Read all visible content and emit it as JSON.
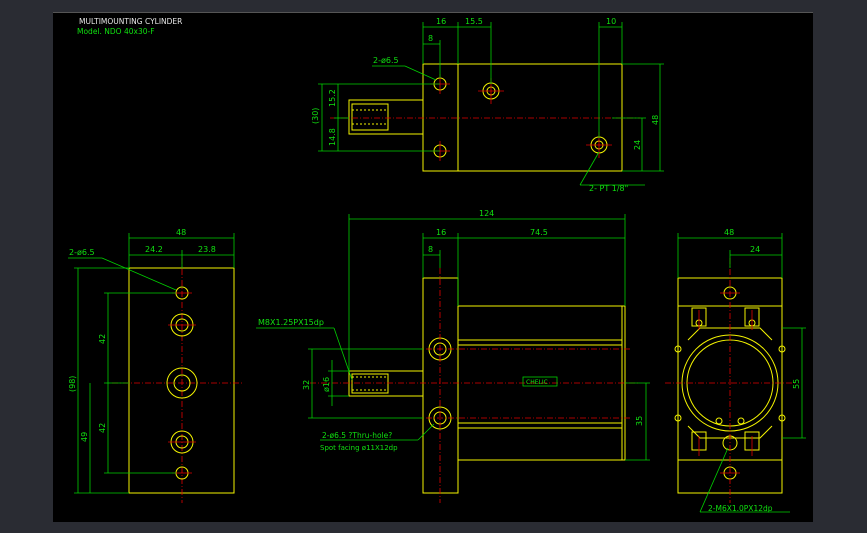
{
  "title": {
    "line1": "MULTIMOUNTING CYLINDER",
    "line2": "Model. NDO 40x30-F"
  },
  "top_view": {
    "dim_16": "16",
    "dim_15_5": "15.5",
    "dim_10": "10",
    "dim_8": "8",
    "hole_label": "2-ø6.5",
    "dim_30": "(30)",
    "dim_15_2": "15.2",
    "dim_14_8": "14.8",
    "dim_48": "48",
    "dim_24": "24",
    "port_label": "2- PT 1/8\""
  },
  "left_view": {
    "dim_48": "48",
    "dim_24_2": "24.2",
    "dim_23_8": "23.8",
    "hole_label": "2-ø6.5",
    "dim_98": "(98)",
    "dim_42a": "42",
    "dim_42b": "42",
    "dim_49": "49"
  },
  "front_view": {
    "dim_124": "124",
    "dim_16": "16",
    "dim_74_5": "74.5",
    "dim_8": "8",
    "thread_label": "M8X1.25PX15dp",
    "dim_32": "32",
    "dim_16_rod": "ø16",
    "dim_35": "35",
    "hole_label_1": "2-ø6.5 ?Thru-hole?",
    "hole_label_2": "Spot facing ø11X12dp",
    "brand": "CHELIC"
  },
  "right_view": {
    "dim_48": "48",
    "dim_24": "24",
    "dim_55": "55",
    "thread_label": "2-M6X1.0PX12dp"
  }
}
